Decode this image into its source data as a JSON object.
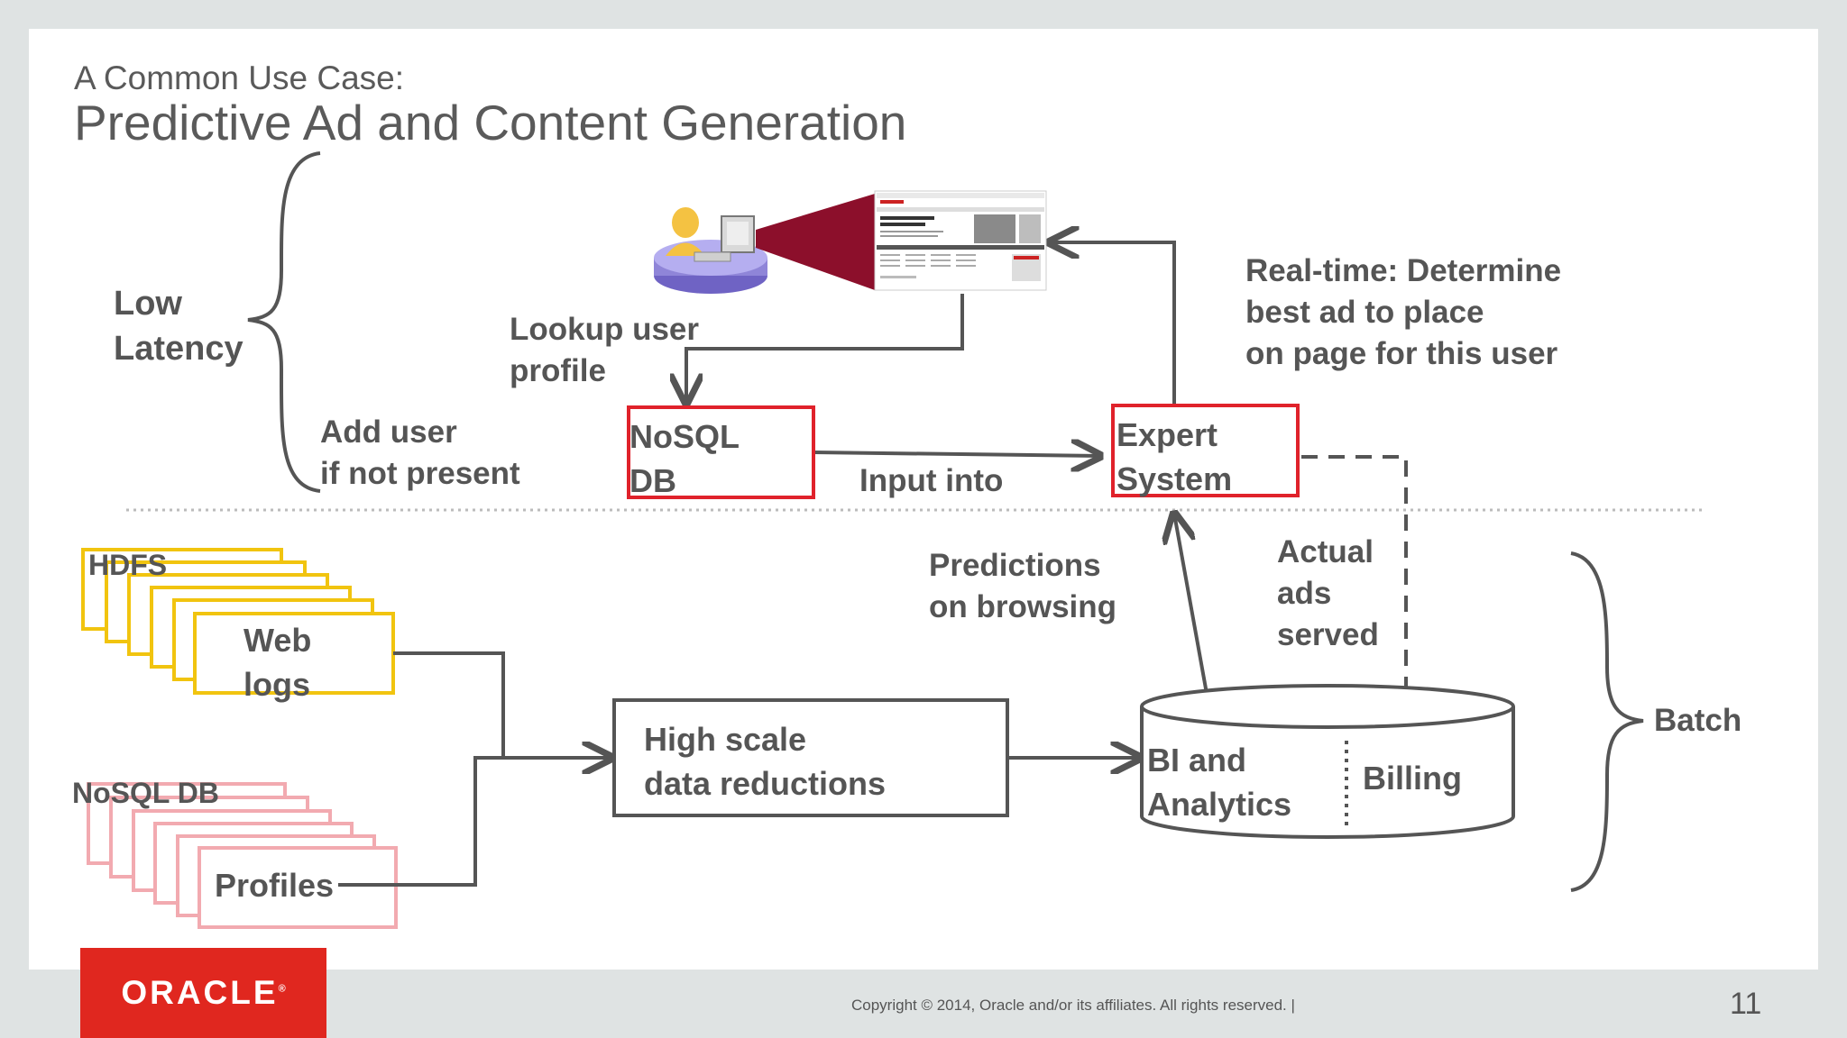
{
  "slide": {
    "subtitle": "A Common Use Case:",
    "title": "Predictive Ad and Content Generation"
  },
  "labels": {
    "low_latency": "Low\nLatency",
    "add_user": "Add user\nif not present",
    "lookup_profile": "Lookup user\nprofile",
    "realtime": "Real-time: Determine\nbest ad to place\non page for this user",
    "input_into": "Input into",
    "predictions": "Predictions\non browsing",
    "actual_ads": "Actual\nads\nserved",
    "batch": "Batch"
  },
  "boxes": {
    "nosql": "NoSQL\nDB",
    "expert": "Expert\nSystem",
    "hdfs": "HDFS",
    "web_logs": "Web\nlogs",
    "nosql_db_stack": "NoSQL DB",
    "profiles": "Profiles",
    "reductions": "High scale\ndata reductions",
    "bi": "BI and\nAnalytics",
    "billing": "Billing"
  },
  "footer": {
    "logo": "ORACLE",
    "logo_mark": "®",
    "copyright": "Copyright © 2014, Oracle and/or its affiliates. All rights reserved.  |",
    "page": "11"
  },
  "colors": {
    "red_box": "#e0222b",
    "yellow_stack": "#f1c40f",
    "pink_stack": "#f2aab0",
    "line": "#555555",
    "beam": "#8c0f2b",
    "oracle_red": "#e0271f"
  },
  "icons": [
    "user-computer-icon",
    "web-page-thumbnail"
  ]
}
